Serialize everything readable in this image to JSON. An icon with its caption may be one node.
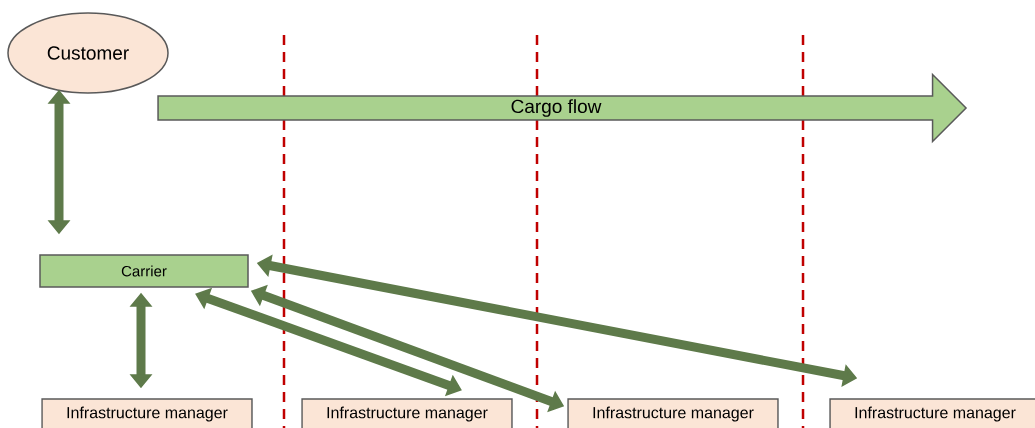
{
  "diagram": {
    "nodes": [
      {
        "text": [
          "Customer"
        ]
      },
      {
        "text": [
          "Cargo flow"
        ]
      },
      {
        "text": [
          "Carrier"
        ]
      },
      {
        "text": [
          "Infrastructure manager"
        ]
      },
      {
        "text": [
          "Infrastructure manager"
        ]
      },
      {
        "text": [
          "Infrastructure manager"
        ]
      },
      {
        "text": [
          "Infrastructure manager"
        ]
      }
    ],
    "edges": [
      {
        "from": 0,
        "to": 2,
        "arrow": "both"
      },
      {
        "from": 2,
        "to": 3,
        "arrow": "both"
      },
      {
        "from": 2,
        "to": 4,
        "arrow": "both"
      },
      {
        "from": 2,
        "to": 5,
        "arrow": "both"
      },
      {
        "from": 2,
        "to": 6,
        "arrow": "both"
      }
    ]
  }
}
